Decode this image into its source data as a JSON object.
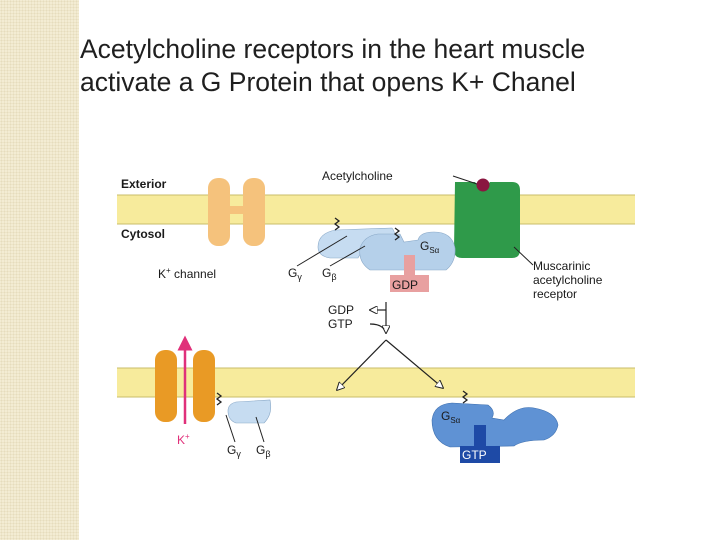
{
  "slide": {
    "title_line1": "Acetylcholine receptors in the heart muscle",
    "title_line2": "activate a G Protein that opens K+ Chanel"
  },
  "diagram": {
    "exterior": "Exterior",
    "cytosol": "Cytosol",
    "acetylcholine": "Acetylcholine",
    "k_channel_prefix": "K",
    "k_channel_sup": "+",
    "k_channel_suffix": " channel",
    "g_gamma_top": "G",
    "g_gamma_top_sub": "γ",
    "g_beta_top": "G",
    "g_beta_top_sub": "β",
    "g_alpha_top": "G",
    "g_alpha_top_sub": "Sα",
    "gdp_box": "GDP",
    "receptor_line1": "Muscarinic",
    "receptor_line2": "acetylcholine",
    "receptor_line3": "receptor",
    "gdp_exchange": "GDP",
    "gtp_exchange": "GTP",
    "k_ion": "K",
    "k_ion_sup": "+",
    "g_gamma_bottom": "G",
    "g_gamma_bottom_sub": "γ",
    "g_beta_bottom": "G",
    "g_beta_bottom_sub": "β",
    "g_alpha_bottom": "G",
    "g_alpha_bottom_sub": "Sα",
    "gtp_box": "GTP"
  },
  "colors": {
    "membrane": "#f7eb9c",
    "membrane_line": "#c9bd6a",
    "k_channel_top": "#f5c27c",
    "k_channel_bottom": "#e99a25",
    "receptor": "#2f9a4a",
    "acetylcholine_dot": "#8a1640",
    "g_beta_gamma": "#c6dcf1",
    "g_alpha_inactive": "#b5d0ea",
    "g_alpha_active": "#5f92d4",
    "gdp_box": "#e8a0a0",
    "gtp_box": "#1e4aa6",
    "k_arrow": "#e0307a"
  }
}
